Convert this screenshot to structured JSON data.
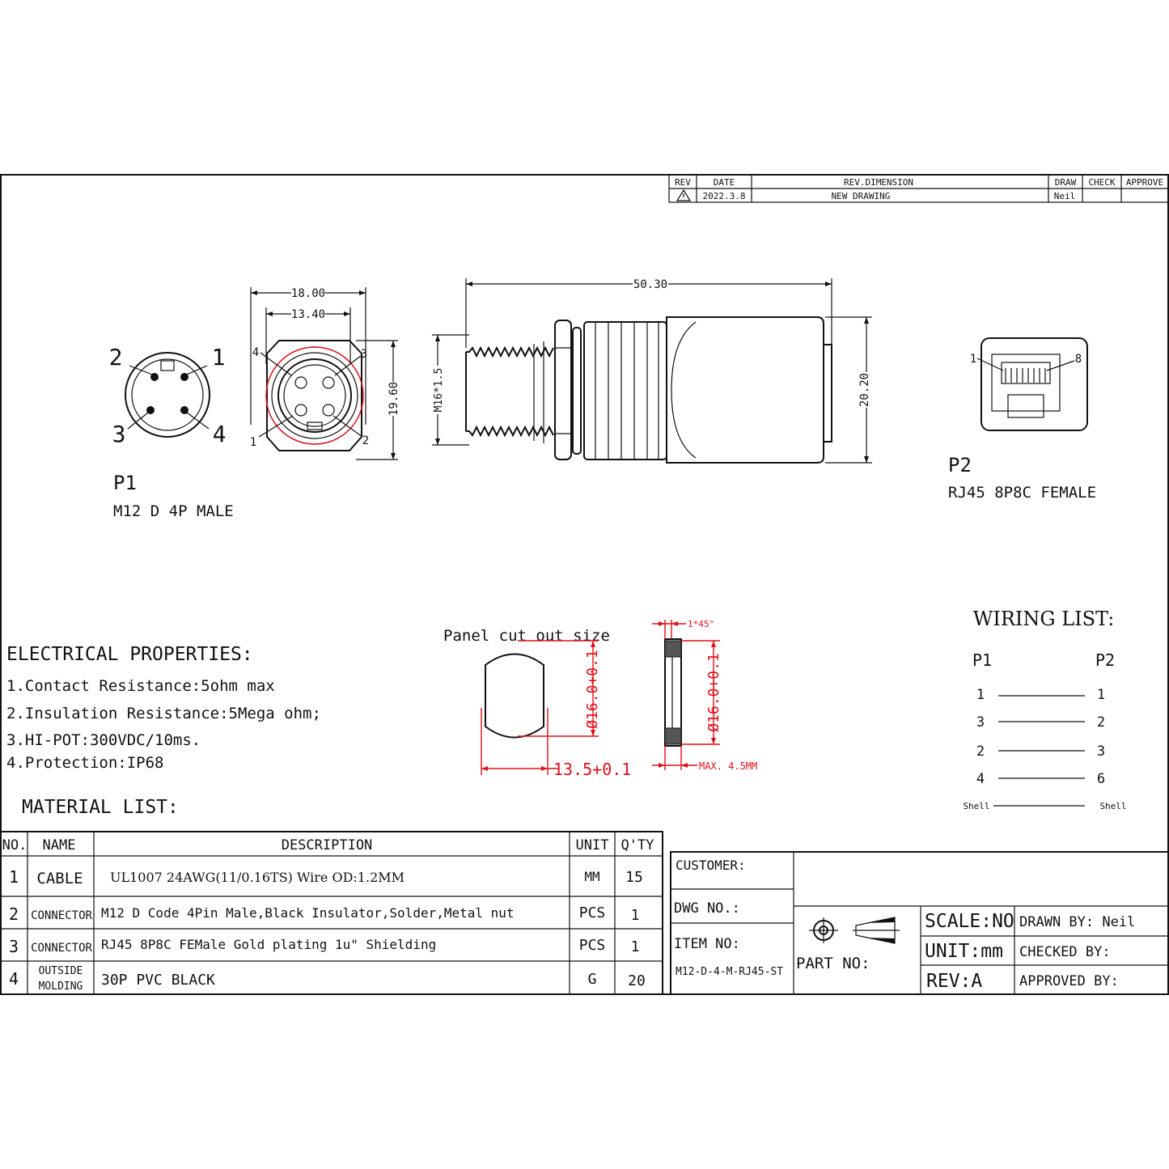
{
  "revision_table": {
    "headers": [
      "REV",
      "DATE",
      "REV.DIMENSION",
      "DRAW",
      "CHECK",
      "APPROVE"
    ],
    "row": {
      "rev_symbol": "warning-triangle",
      "date": "2022.3.8",
      "dimension": "NEW DRAWING",
      "draw": "Neil",
      "check": "",
      "approve": ""
    }
  },
  "p1": {
    "title": "P1",
    "subtitle": "M12 D 4P MALE",
    "pins_front": [
      "2",
      "1",
      "3",
      "4"
    ],
    "pins_side": [
      "4",
      "3",
      "1",
      "2"
    ],
    "dim_outer": "18.00",
    "dim_inner": "13.40",
    "dim_height": "19.60"
  },
  "side_view": {
    "dim_length": "50.30",
    "dim_thread": "M16*1.5",
    "dim_height": "20.20"
  },
  "p2": {
    "title": "P2",
    "subtitle": "RJ45 8P8C FEMALE",
    "pin_first": "1",
    "pin_last": "8"
  },
  "panel_cutout": {
    "title": "Panel cut out size",
    "dim_dia_1": "Ø16.0+0.1",
    "dim_width": "13.5+0.1",
    "dim_chamfer": "1*45°",
    "dim_dia_2": "Ø16.0+0.1",
    "dim_max": "MAX. 4.5MM"
  },
  "wiring": {
    "title": "WIRING LIST:",
    "col_left": "P1",
    "col_right": "P2",
    "rows": [
      {
        "p1": "1",
        "p2": "1"
      },
      {
        "p1": "3",
        "p2": "2"
      },
      {
        "p1": "2",
        "p2": "3"
      },
      {
        "p1": "4",
        "p2": "6"
      },
      {
        "p1": "Shell",
        "p2": "Shell"
      }
    ]
  },
  "electrical": {
    "title": "ELECTRICAL PROPERTIES:",
    "items": [
      "1.Contact Resistance:5ohm max",
      "2.Insulation Resistance:5Mega ohm;",
      "3.HI-POT:300VDC/10ms.",
      "4.Protection:IP68"
    ]
  },
  "material": {
    "title": "MATERIAL LIST:",
    "headers": [
      "NO.",
      "NAME",
      "DESCRIPTION",
      "UNIT",
      "Q'TY"
    ],
    "rows": [
      {
        "no": "1",
        "name": [
          "CABLE"
        ],
        "description": "UL1007 24AWG(11/0.16TS) Wire OD:1.2MM",
        "unit": "MM",
        "qty": "15"
      },
      {
        "no": "2",
        "name": [
          "CONNECTOR"
        ],
        "description": "M12 D Code 4Pin Male,Black Insulator,Solder,Metal nut",
        "unit": "PCS",
        "qty": "1"
      },
      {
        "no": "3",
        "name": [
          "CONNECTOR"
        ],
        "description": "RJ45 8P8C FEMale Gold plating 1u\" Shielding",
        "unit": "PCS",
        "qty": "1"
      },
      {
        "no": "4",
        "name": [
          "OUTSIDE",
          "MOLDING"
        ],
        "description": "30P PVC BLACK",
        "unit": "G",
        "qty": "20"
      }
    ]
  },
  "title_block": {
    "customer_label": "CUSTOMER:",
    "dwg_label": "DWG NO.:",
    "item_label": "ITEM NO:",
    "item_value": "M12-D-4-M-RJ45-ST",
    "part_label": "PART NO:",
    "scale": "SCALE:NO",
    "unit": "UNIT:mm",
    "rev": "REV:A",
    "drawn_by": "DRAWN BY: Neil",
    "checked_by": "CHECKED BY:",
    "approved_by": "APPROVED BY:"
  }
}
